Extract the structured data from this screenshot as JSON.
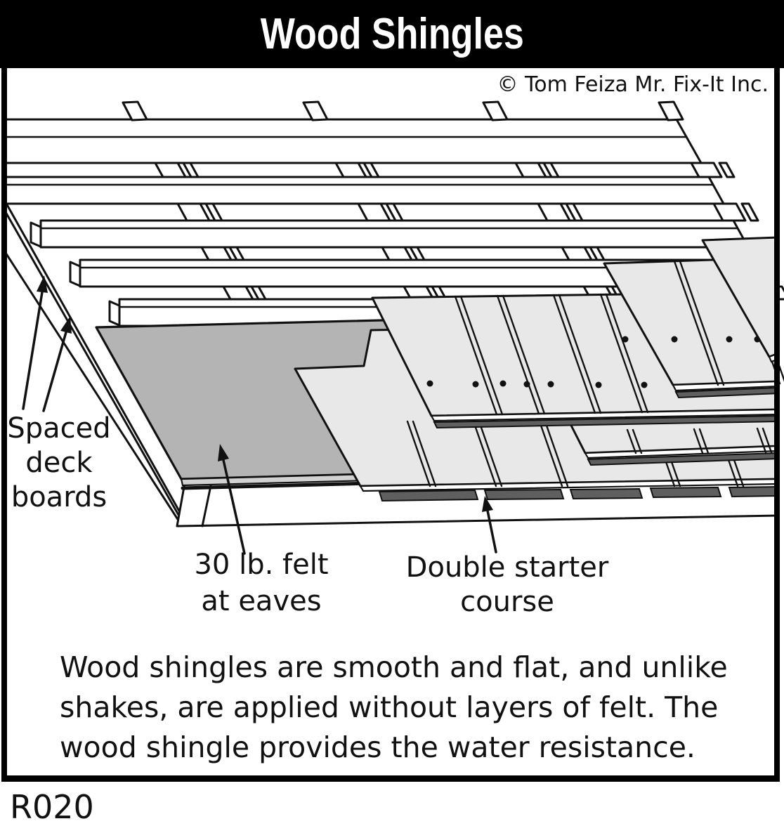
{
  "title": "Wood Shingles",
  "copyright": "© Tom Feiza Mr. Fix-It Inc.",
  "figure_code": "R020",
  "labels": {
    "spaced_deck_boards": "Spaced\ndeck\nboards",
    "felt_at_eaves": "30 lb. felt\nat eaves",
    "double_starter_course": "Double starter\ncourse"
  },
  "caption": "Wood shingles are smooth and flat, and unlike\nshakes, are applied without layers of felt.  The\nwood shingle provides the water resistance.",
  "colors": {
    "title_bg": "#000000",
    "title_fg": "#ffffff",
    "felt_gray": "#b4b4b4",
    "felt_edge_gray": "#d2d2d2",
    "shingle_gray": "#e8e8e8",
    "butt_dark": "#5f5f5f",
    "ink": "#111111"
  }
}
